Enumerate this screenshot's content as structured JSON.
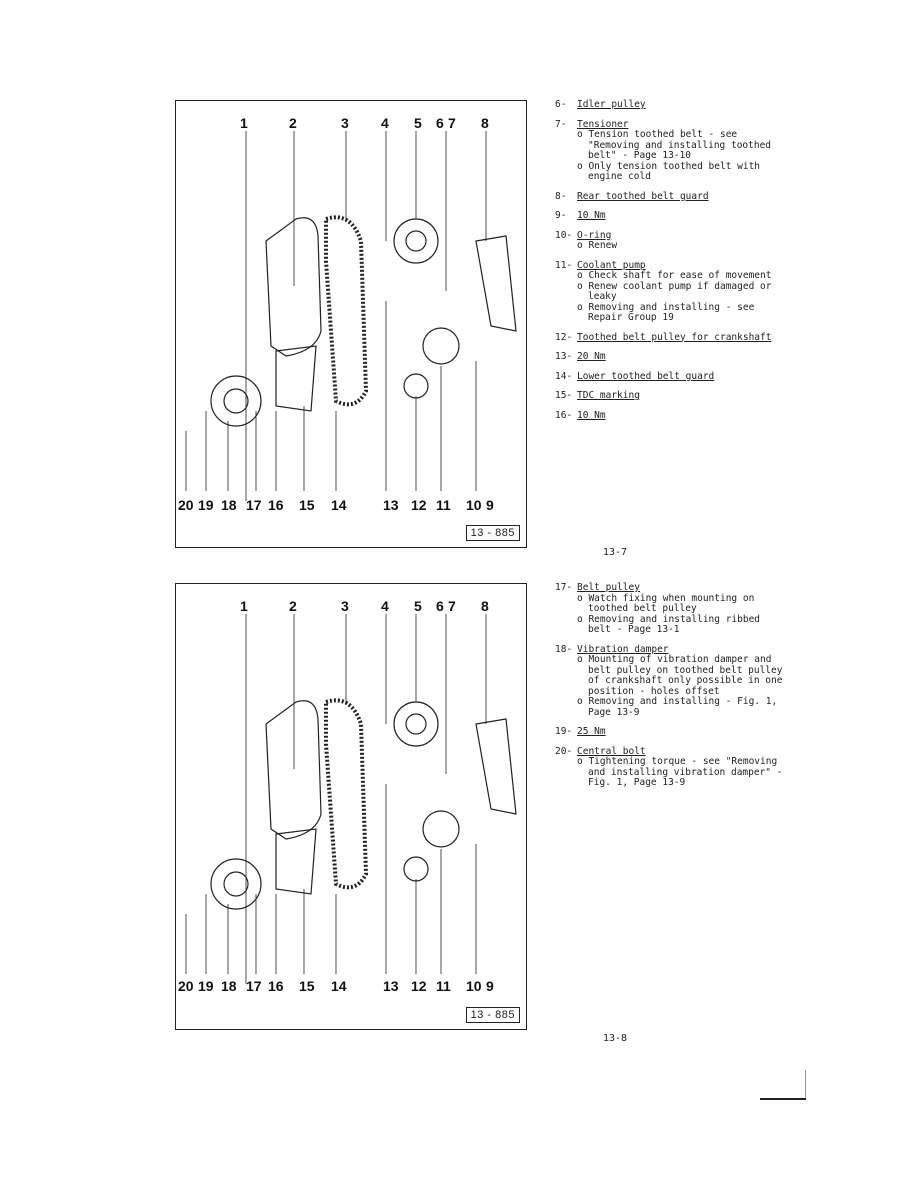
{
  "figures": [
    {
      "ref": "13 - 885",
      "top_labels": [
        "1",
        "2",
        "3",
        "4",
        "5",
        "6",
        "7",
        "8"
      ],
      "bottom_labels": [
        "20",
        "19",
        "18",
        "17",
        "16",
        "15",
        "14",
        "13",
        "12",
        "11",
        "10",
        "9"
      ]
    },
    {
      "ref": "13 - 885",
      "top_labels": [
        "1",
        "2",
        "3",
        "4",
        "5",
        "6",
        "7",
        "8"
      ],
      "bottom_labels": [
        "20",
        "19",
        "18",
        "17",
        "16",
        "15",
        "14",
        "13",
        "12",
        "11",
        "10",
        "9"
      ]
    }
  ],
  "page_top": {
    "items": [
      {
        "num": "6-",
        "title": "Idler pulley",
        "notes": []
      },
      {
        "num": "7-",
        "title": "Tensioner",
        "notes": [
          "o Tension toothed belt - see \"Removing and installing toothed belt\" - Page 13-10",
          "o Only tension toothed belt with engine cold"
        ]
      },
      {
        "num": "8-",
        "title": "Rear toothed belt guard",
        "notes": []
      },
      {
        "num": "9-",
        "title": "10 Nm",
        "notes": []
      },
      {
        "num": "10-",
        "title": "O-ring",
        "notes": [
          "o Renew"
        ]
      },
      {
        "num": "11-",
        "title": "Coolant pump",
        "notes": [
          "o Check shaft for ease of movement",
          "o Renew coolant pump if damaged or leaky",
          "o Removing and installing - see Repair Group 19"
        ]
      },
      {
        "num": "12-",
        "title": "Toothed belt pulley for crankshaft",
        "notes": []
      },
      {
        "num": "13-",
        "title": "20 Nm",
        "notes": []
      },
      {
        "num": "14-",
        "title": "Lower toothed belt guard",
        "notes": []
      },
      {
        "num": "15-",
        "title": "TDC marking",
        "notes": []
      },
      {
        "num": "16-",
        "title": "10 Nm",
        "notes": []
      }
    ],
    "page_number": "13-7"
  },
  "page_bottom": {
    "items": [
      {
        "num": "17-",
        "title": "Belt pulley",
        "notes": [
          "o Watch fixing when mounting on toothed belt pulley",
          "o Removing and installing ribbed belt - Page 13-1"
        ]
      },
      {
        "num": "18-",
        "title": "Vibration damper",
        "notes": [
          "o Mounting of vibration damper and belt pulley on toothed belt pulley of crankshaft only possible in one position - holes offset",
          "o Removing and installing - Fig. 1, Page 13-9"
        ]
      },
      {
        "num": "19-",
        "title": "25 Nm",
        "notes": []
      },
      {
        "num": "20-",
        "title": "Central bolt",
        "notes": [
          "o Tightening torque - see \"Removing and installing vibration damper\" - Fig. 1, Page 13-9"
        ]
      }
    ],
    "page_number": "13-8"
  }
}
